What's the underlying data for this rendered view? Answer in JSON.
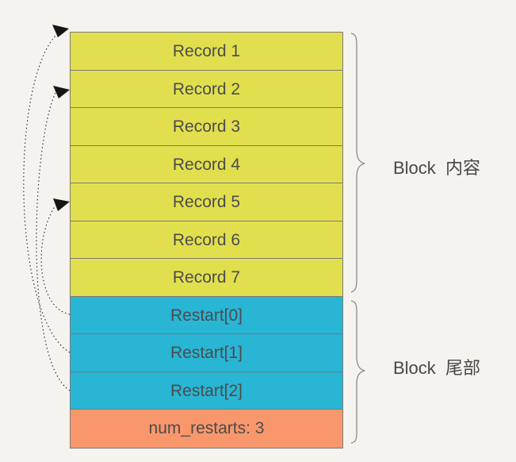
{
  "diagram_title": "",
  "block": {
    "rows": [
      {
        "id": "record-1",
        "type": "record",
        "label": "Record 1"
      },
      {
        "id": "record-2",
        "type": "record",
        "label": "Record 2"
      },
      {
        "id": "record-3",
        "type": "record",
        "label": "Record 3"
      },
      {
        "id": "record-4",
        "type": "record",
        "label": "Record 4"
      },
      {
        "id": "record-5",
        "type": "record",
        "label": "Record 5"
      },
      {
        "id": "record-6",
        "type": "record",
        "label": "Record 6"
      },
      {
        "id": "record-7",
        "type": "record",
        "label": "Record 7"
      },
      {
        "id": "restart-0",
        "type": "restart",
        "label": "Restart[0]"
      },
      {
        "id": "restart-1",
        "type": "restart",
        "label": "Restart[1]"
      },
      {
        "id": "restart-2",
        "type": "restart",
        "label": "Restart[2]"
      },
      {
        "id": "num-restarts",
        "type": "num",
        "label": "num_restarts: 3"
      }
    ]
  },
  "braces": [
    {
      "id": "block-content",
      "label": "Block  内容",
      "rows_spanned": "Record 1 - Record 7"
    },
    {
      "id": "block-tail",
      "label": "Block  尾部",
      "rows_spanned": "Restart[0] - num_restarts"
    }
  ],
  "arrows": [
    {
      "from": "Restart[1]",
      "to": "Record 1",
      "style": "dotted-curve"
    },
    {
      "from": "Restart[2]",
      "to": "Record 2",
      "style": "dotted-curve"
    },
    {
      "from": "Restart[0]",
      "to": "Record 5",
      "style": "dotted-curve"
    }
  ],
  "colors": {
    "record_fill": "#e2df4f",
    "restart_fill": "#29b5d4",
    "num_restarts_fill": "#f9976c",
    "border": "#7a7a7a",
    "text": "#4c4c4c",
    "brace": "#8a8a8a",
    "arrow": "#222222",
    "background": "#f5f3ee"
  }
}
